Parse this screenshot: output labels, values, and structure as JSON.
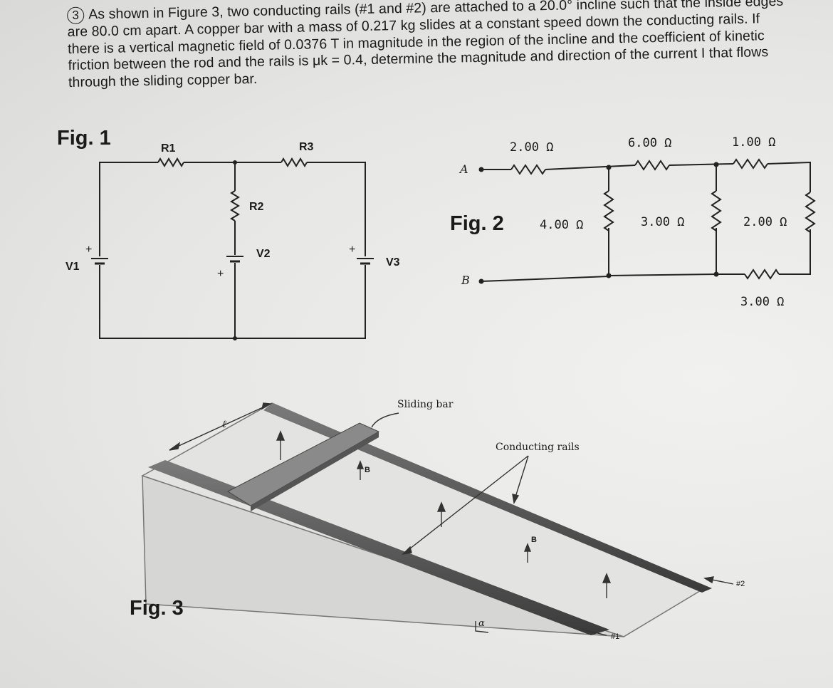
{
  "problem": {
    "number": "3",
    "text": "As shown in Figure 3, two conducting rails (#1 and #2) are attached to a 20.0° incline such that the inside edges are 80.0 cm apart. A copper bar with a mass of 0.217 kg slides at a constant speed down the conducting rails. If there is a vertical magnetic field of 0.0376 T in magnitude in the region of the incline and the coefficient of kinetic friction between the rod and the rails is μk = 0.4, determine the magnitude and direction of the current I that flows through the sliding copper bar."
  },
  "fig1": {
    "title": "Fig. 1",
    "r1": "R1",
    "r2": "R2",
    "r3": "R3",
    "v1": "V1",
    "v2": "V2",
    "v3": "V3",
    "plus": "+"
  },
  "fig2": {
    "title": "Fig. 2",
    "node_a": "A",
    "node_b": "B",
    "r_top1": "2.00 Ω",
    "r_top2": "6.00 Ω",
    "r_top3": "1.00 Ω",
    "r_v1": "4.00 Ω",
    "r_v2": "3.00 Ω",
    "r_v3": "2.00 Ω",
    "r_bottom": "3.00 Ω"
  },
  "fig3": {
    "title": "Fig. 3",
    "sliding_bar": "Sliding bar",
    "conducting_rails": "Conducting rails",
    "field_label": "B",
    "length_label": "ℓ",
    "angle_label": "α",
    "rail1": "#1",
    "rail2": "#2"
  }
}
